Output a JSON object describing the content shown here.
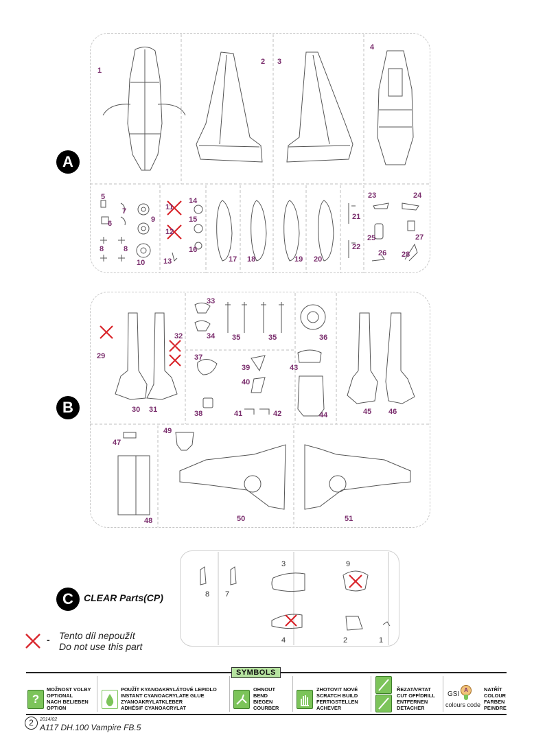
{
  "sprue_a": {
    "label": "A",
    "parts": [
      "1",
      "2",
      "3",
      "4",
      "5",
      "6",
      "7",
      "8",
      "8",
      "9",
      "10",
      "11",
      "12",
      "13",
      "14",
      "15",
      "16",
      "17",
      "18",
      "19",
      "20",
      "21",
      "22",
      "23",
      "24",
      "25",
      "26",
      "27",
      "28"
    ]
  },
  "sprue_b": {
    "label": "B",
    "parts": [
      "29",
      "30",
      "31",
      "32",
      "33",
      "34",
      "35",
      "35",
      "36",
      "37",
      "38",
      "39",
      "40",
      "41",
      "42",
      "43",
      "44",
      "45",
      "46",
      "47",
      "48",
      "49",
      "50",
      "51"
    ]
  },
  "sprue_c": {
    "label": "C",
    "title": "CLEAR Parts(CP)",
    "parts": [
      "8",
      "7",
      "3",
      "9",
      "4",
      "2",
      "1"
    ]
  },
  "legend": {
    "symbol": "-",
    "line1": "Tento díl nepoužít",
    "line2": "Do not use this part",
    "mark_color": "#d9262c"
  },
  "symbols": {
    "title": "SYMBOLS",
    "items": [
      {
        "icon": "question-icon",
        "lines": [
          "MOŽNOST VOLBY",
          "OPTIONAL",
          "NACH BELIEBEN",
          "OPTION"
        ]
      },
      {
        "icon": "glue-drop-icon",
        "lines": [
          "POUŽÍT KYANOAKRYLÁTOVÉ LEPIDLO",
          "INSTANT CYANOACRYLATE GLUE",
          "ZYANOAKRYLATKLEBER",
          "ADHÉSIF CYANOACRYLAT"
        ]
      },
      {
        "icon": "bend-icon",
        "lines": [
          "OHNOUT",
          "BEND",
          "BIEGEN",
          "COURBER"
        ]
      },
      {
        "icon": "scratch-build-hand-icon",
        "lines": [
          "ZHOTOVIT NOVÉ",
          "SCRATCH BUILD",
          "FERTIGSTELLEN",
          "ACHEVER"
        ]
      },
      {
        "icon": "cut-drill-icon",
        "lines": [
          "ŘEZAT/VRTAT",
          "CUT OFF/DRILL",
          "ENTFERNEN",
          "DETACHER"
        ]
      },
      {
        "icon": "paint-icon",
        "lines": [
          "NATŘÍT",
          "COLOUR",
          "FARBEN",
          "PEINDRE"
        ]
      }
    ],
    "gsi_label": "GSI",
    "gsi_badge": "A",
    "colours_code": "colours code"
  },
  "footer": {
    "page_number": "2",
    "date": "2014/02",
    "title": "A117 DH.100 Vampire FB.5"
  },
  "colors": {
    "part_number": "#7b2f6e",
    "accent_green": "#7cc45a",
    "symbols_tag": "#b6e3a0"
  }
}
